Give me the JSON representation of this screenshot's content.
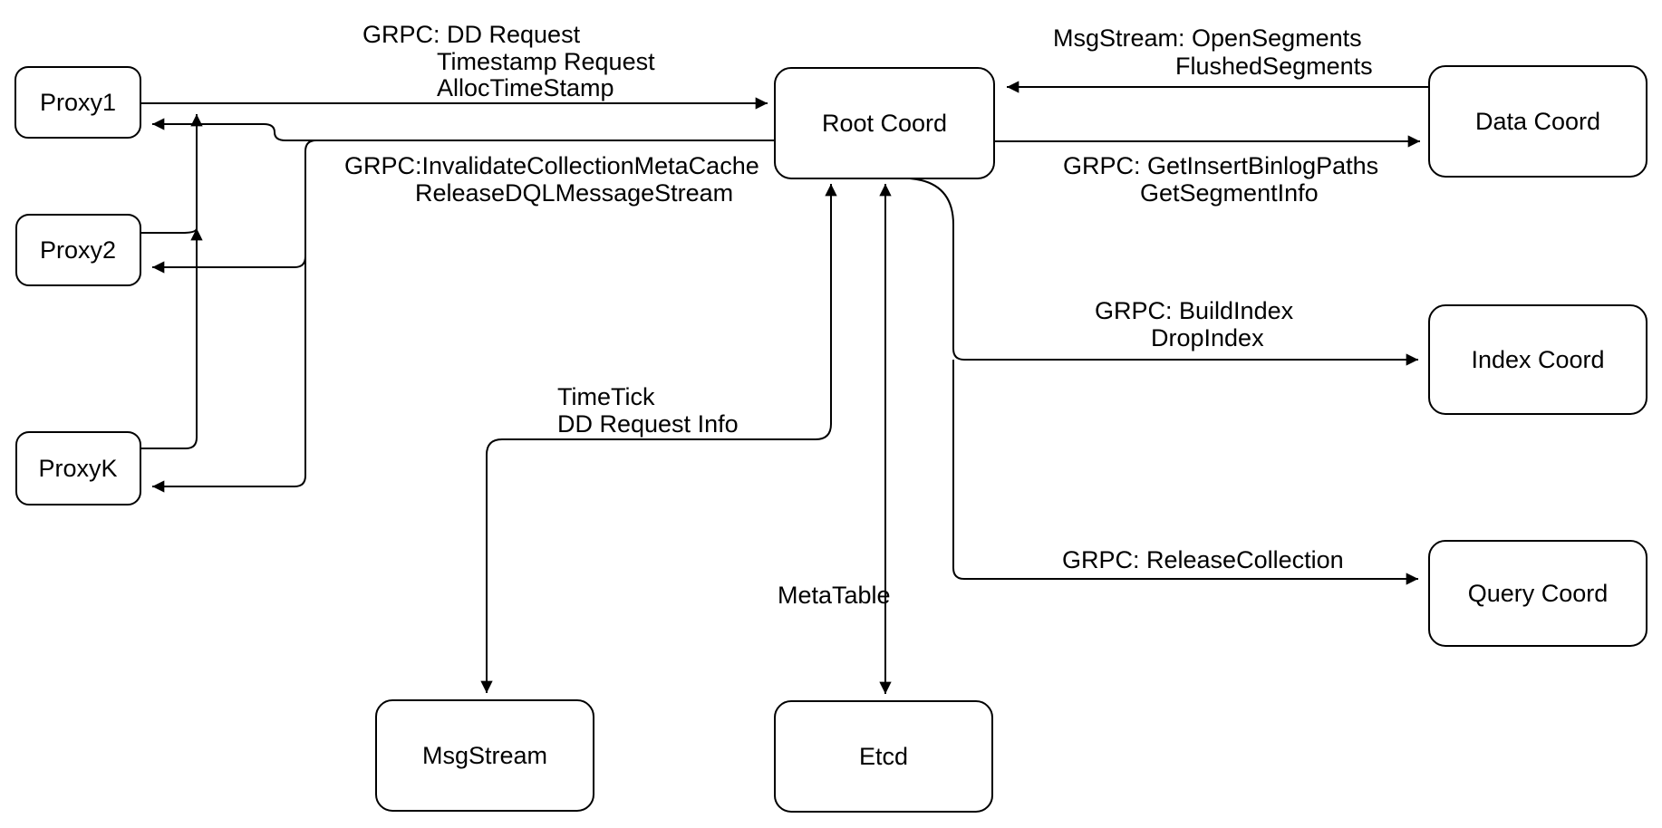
{
  "canvas": {
    "background_color": "#ffffff",
    "line_color": "#000000"
  },
  "nodes": {
    "proxy1": {
      "label": "Proxy1"
    },
    "proxy2": {
      "label": "Proxy2"
    },
    "proxyk": {
      "label": "ProxyK"
    },
    "root_coord": {
      "label": "Root Coord"
    },
    "data_coord": {
      "label": "Data Coord"
    },
    "index_coord": {
      "label": "Index Coord"
    },
    "query_coord": {
      "label": "Query Coord"
    },
    "msg_stream": {
      "label": "MsgStream"
    },
    "etcd": {
      "label": "Etcd"
    }
  },
  "edge_labels": {
    "proxies_to_root": {
      "line1": "GRPC: DD Request",
      "line2": "Timestamp Request",
      "line3": "AllocTimeStamp"
    },
    "root_to_proxies": {
      "line1": "GRPC:InvalidateCollectionMetaCache",
      "line2": "ReleaseDQLMessageStream"
    },
    "data_to_root": {
      "line1": "MsgStream: OpenSegments",
      "line2": "FlushedSegments"
    },
    "root_to_data": {
      "line1": "GRPC: GetInsertBinlogPaths",
      "line2": "GetSegmentInfo"
    },
    "root_to_index": {
      "line1": "GRPC: BuildIndex",
      "line2": "DropIndex"
    },
    "root_to_query": {
      "line1": "GRPC: ReleaseCollection"
    },
    "root_to_msgstream": {
      "line1": "TimeTick",
      "line2": "DD Request Info"
    },
    "root_to_etcd": {
      "line1": "MetaTable"
    }
  }
}
